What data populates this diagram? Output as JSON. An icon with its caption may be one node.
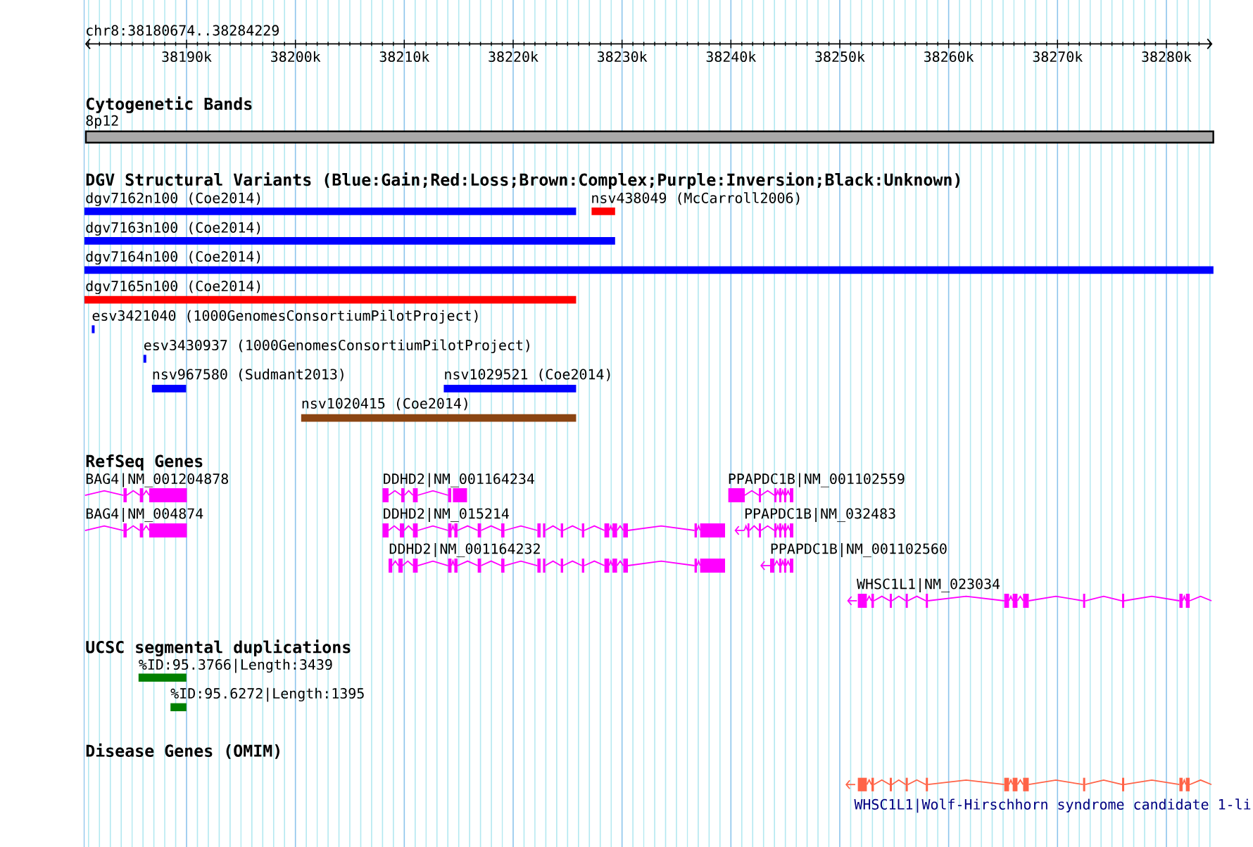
{
  "diagram": {
    "nodes": [
      {
        "text": [
          "8p12"
        ]
      },
      {
        "text": [
          "dgv7162n100 (Coe2014)"
        ]
      },
      {
        "text": [
          "nsv438049 (McCarroll2006)"
        ]
      },
      {
        "text": [
          "dgv7163n100 (Coe2014)"
        ]
      },
      {
        "text": [
          "dgv7164n100 (Coe2014)"
        ]
      },
      {
        "text": [
          "dgv7165n100 (Coe2014)"
        ]
      },
      {
        "text": [
          "esv3421040 (1000GenomesConsortiumPilotProject)"
        ]
      },
      {
        "text": [
          "esv3430937 (1000GenomesConsortiumPilotProject)"
        ]
      },
      {
        "text": [
          "nsv967580 (Sudmant2013)"
        ]
      },
      {
        "text": [
          "nsv1029521 (Coe2014)"
        ]
      },
      {
        "text": [
          "nsv1020415 (Coe2014)"
        ]
      },
      {
        "text": [
          "BAG4|NM_001204878"
        ]
      },
      {
        "text": [
          "DDHD2|NM_001164234"
        ]
      },
      {
        "text": [
          "PPAPDC1B|NM_001102559"
        ]
      },
      {
        "text": [
          "BAG4|NM_004874"
        ]
      },
      {
        "text": [
          "DDHD2|NM_015214"
        ]
      },
      {
        "text": [
          "PPAPDC1B|NM_032483"
        ]
      },
      {
        "text": [
          "DDHD2|NM_001164232"
        ]
      },
      {
        "text": [
          "PPAPDC1B|NM_001102560"
        ]
      },
      {
        "text": [
          "WHSC1L1|NM_023034"
        ]
      },
      {
        "text": [
          "%ID:95.3766|Length:3439"
        ]
      },
      {
        "text": [
          "%ID:95.6272|Length:1395"
        ]
      },
      {
        "text": [
          "WHSC1L1|Wolf-Hirschhorn syndrome candidate 1-li"
        ]
      }
    ],
    "labels": [
      "chr8:38180674..38284229",
      "38190k",
      "38200k",
      "38210k",
      "38220k",
      "38230k",
      "38240k",
      "38250k",
      "38260k",
      "38270k",
      "38280k",
      "Cytogenetic Bands",
      "DGV Structural Variants (Blue:Gain;Red:Loss;Brown:Complex;Purple:Inversion;Black:Unknown)",
      "RefSeq Genes",
      "UCSC segmental duplications",
      "Disease Genes (OMIM)"
    ]
  }
}
